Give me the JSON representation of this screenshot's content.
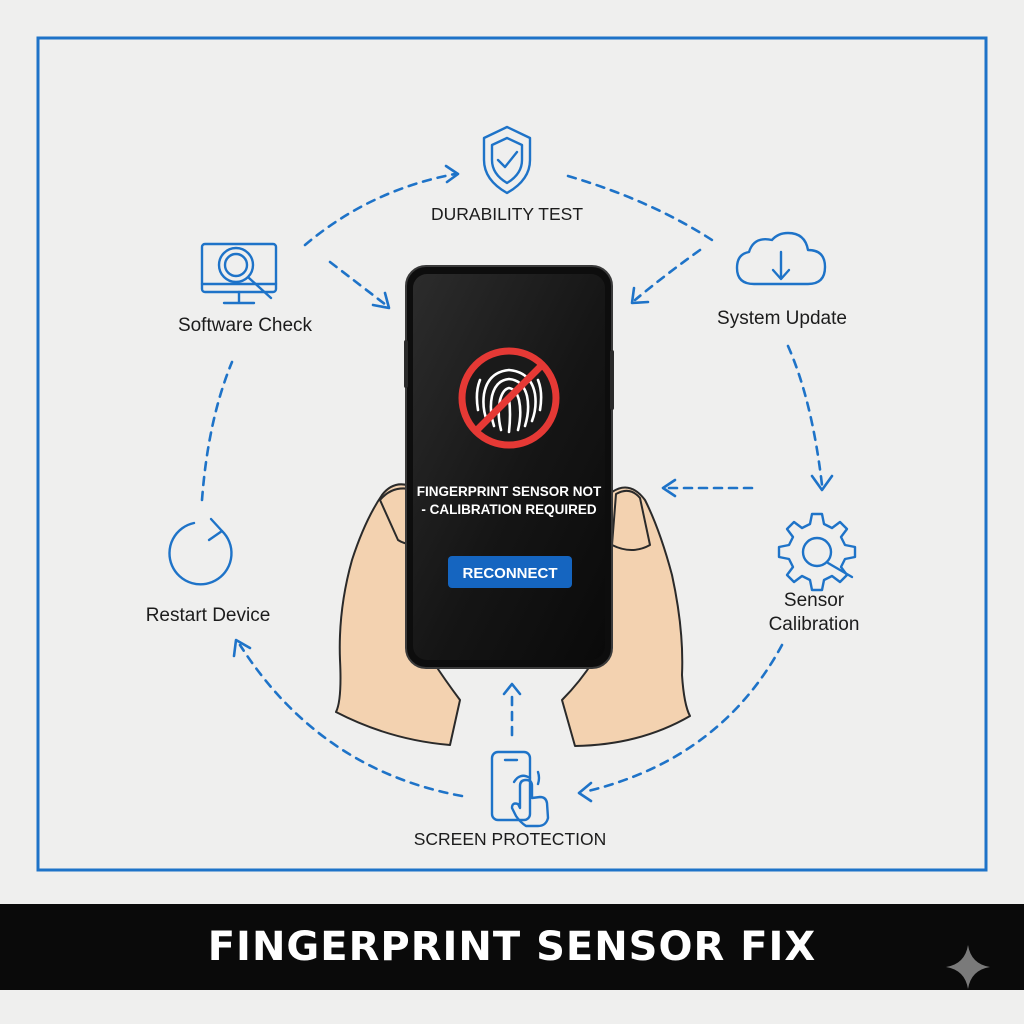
{
  "colors": {
    "accent": "#1e73c8",
    "alert_red": "#e53935",
    "phone_body": "#151515",
    "banner_bg": "#0a0a0a"
  },
  "steps": {
    "durability_test": {
      "label": "DURABILITY TEST",
      "icon": "shield-check-icon"
    },
    "system_update": {
      "label": "System Update",
      "icon": "cloud-download-icon"
    },
    "sensor_calibration": {
      "label_line1": "Sensor",
      "label_line2": "Calibration",
      "icon": "gear-search-icon"
    },
    "screen_protection": {
      "label": "SCREEN PROTECTION",
      "icon": "phone-touch-icon"
    },
    "restart_device": {
      "label": "Restart Device",
      "icon": "restart-icon"
    },
    "software_check": {
      "label": "Software Check",
      "icon": "monitor-search-icon"
    }
  },
  "phone": {
    "error_line1": "FINGERPRINT SENSOR NOT",
    "error_line2": "- CALIBRATION REQUIRED",
    "reconnect_label": "RECONNECT",
    "status_icon": "fingerprint-blocked-icon"
  },
  "banner": {
    "title": "FINGERPRINT SENSOR FIX"
  }
}
